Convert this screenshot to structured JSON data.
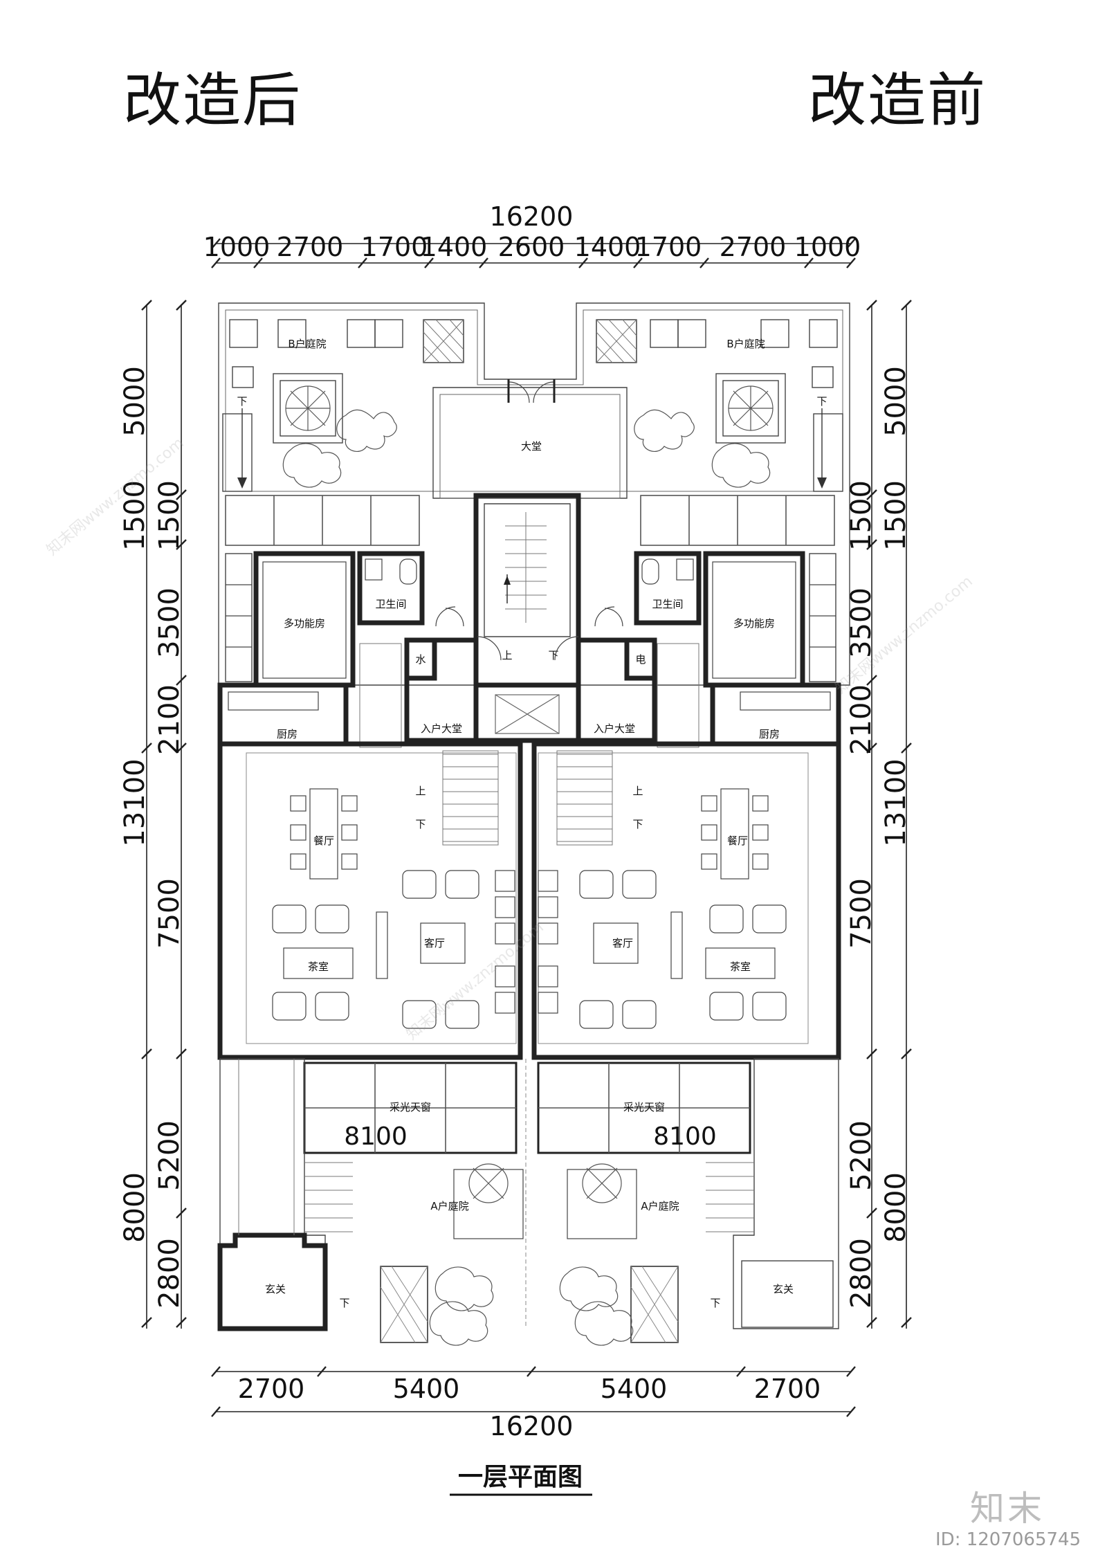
{
  "header": {
    "left": "改造后",
    "right": "改造前"
  },
  "plan_title": "一层平面图",
  "dims": {
    "top_total": "16200",
    "top_segments": [
      "1000",
      "2700",
      "1700",
      "1400",
      "2600",
      "1400",
      "1700",
      "2700",
      "1000"
    ],
    "bottom_segments": [
      "2700",
      "5400",
      "5400",
      "2700"
    ],
    "bottom_total": "16200",
    "left": [
      "5000",
      "1500",
      "1500",
      "3500",
      "2100",
      "13100",
      "7500",
      "5200",
      "8000",
      "2800"
    ],
    "right": [
      "5000",
      "1500",
      "1500",
      "3500",
      "2100",
      "13100",
      "7500",
      "5200",
      "8000",
      "2800"
    ],
    "skylight_width": "8100"
  },
  "rooms": {
    "b_garden": "B户庭院",
    "lobby": "大堂",
    "bathroom": "卫生间",
    "multi_room": "多功能房",
    "water": "水",
    "power": "电",
    "up": "上",
    "down": "下",
    "entry_lobby": "入户大堂",
    "kitchen": "厨房",
    "dining": "餐厅",
    "living": "客厅",
    "tea_room": "茶室",
    "skylight": "采光天窗",
    "a_garden": "A户庭院",
    "foyer": "玄关"
  },
  "watermark": {
    "logo": "知末",
    "id": "ID: 1207065745",
    "text": "知末网www.znzmo.com"
  }
}
